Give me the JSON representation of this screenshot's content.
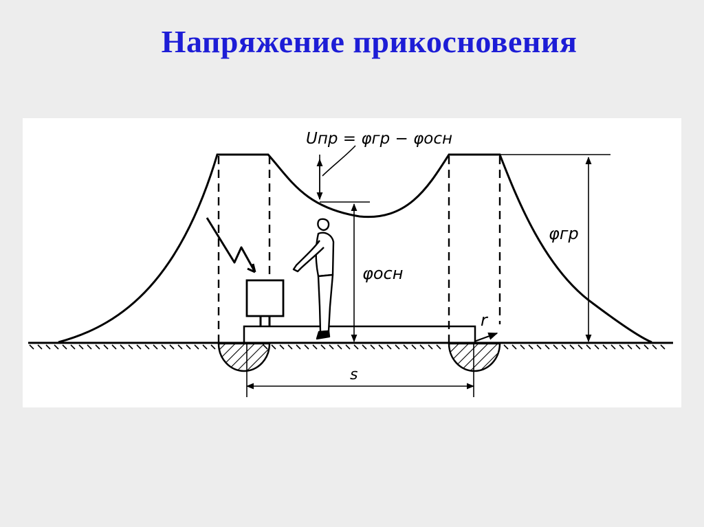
{
  "slide": {
    "title": "Напряжение прикосновения"
  },
  "diagram": {
    "formula": "Uпр = φгр − φосн",
    "label_phi_osn": "φосн",
    "label_phi_gr": "φгр",
    "label_r": "r",
    "label_s": "s"
  },
  "colors": {
    "title": "#1d1dd6",
    "background": "#ededed",
    "panel": "#ffffff",
    "ink": "#000000"
  }
}
